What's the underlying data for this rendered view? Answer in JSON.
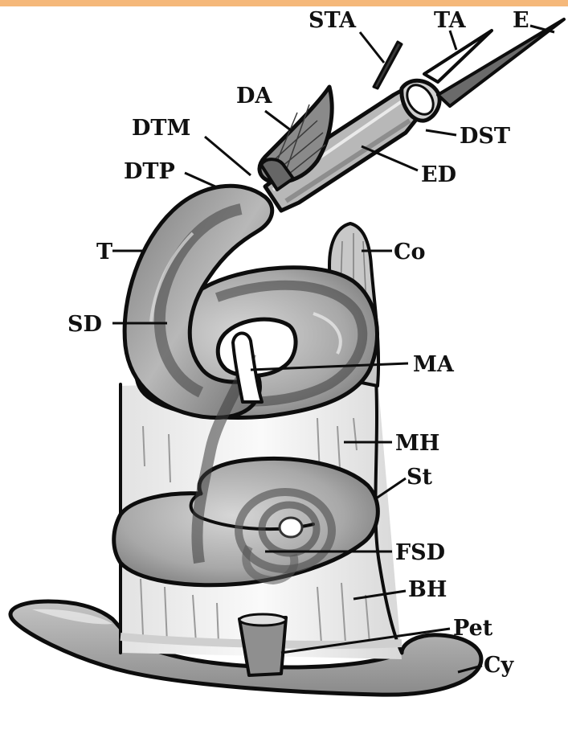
{
  "colors": {
    "top_bar": "#f5b87a",
    "ink": "#0d0d0d",
    "shade_light": "#cfcfcf",
    "shade_mid": "#9a9a9a",
    "shade_dark": "#5c5c5c",
    "paper": "#ffffff"
  },
  "labels": {
    "sta": "STA",
    "ta": "TA",
    "e": "E",
    "da": "DA",
    "dtm": "DTM",
    "dst": "DST",
    "dtp": "DTP",
    "ed": "ED",
    "t": "T",
    "co": "Co",
    "sd": "SD",
    "ma": "MA",
    "mh": "MH",
    "st": "St",
    "fsd": "FSD",
    "bh": "BH",
    "pet": "Pet",
    "cy": "Cy"
  }
}
